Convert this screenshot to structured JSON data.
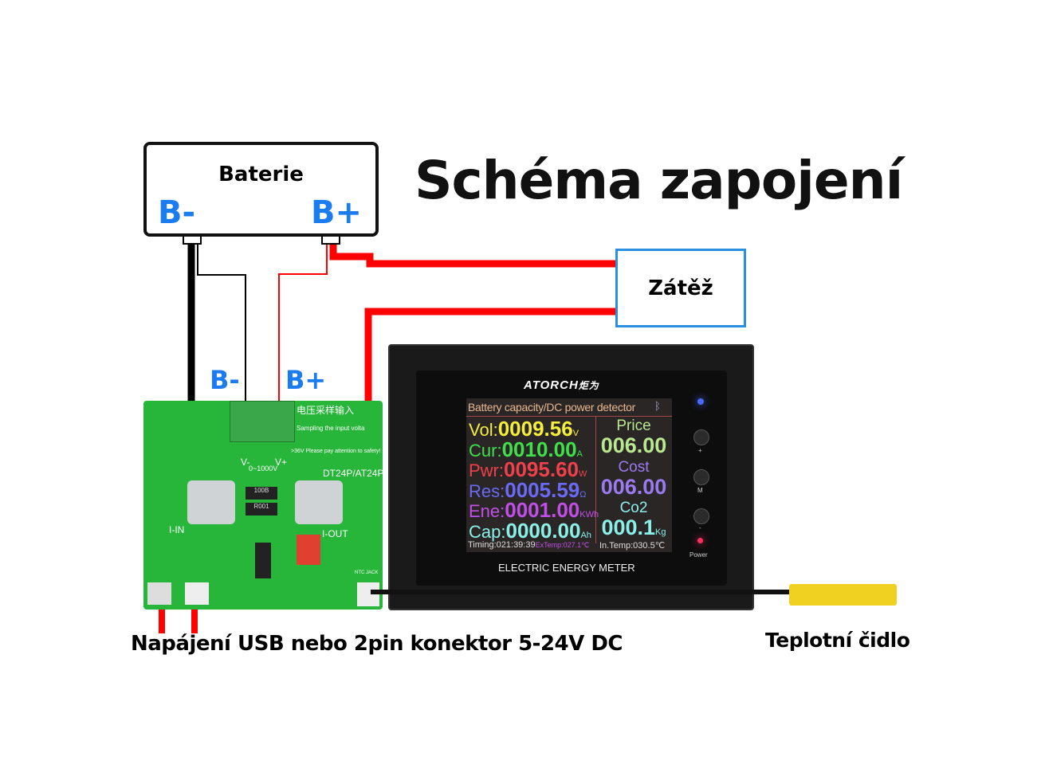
{
  "title": "Schéma zapojení",
  "battery": {
    "label": "Baterie",
    "neg": "B-",
    "pos": "B+"
  },
  "load": {
    "label": "Zátěž"
  },
  "pcb": {
    "neg": "B-",
    "pos": "B+",
    "cn_label": "电压采样输入",
    "sampling": "Sampling the input volta",
    "warning": ">36V Please pay attention to safety!",
    "v_minus": "V-",
    "v_plus": "V+",
    "range": "0~1000V",
    "model": "DT24P/AT24P",
    "i_in": "I-IN",
    "i_out": "I-OUT",
    "shunt1": "100B",
    "shunt2": "R001",
    "ntc": "NTC JACK"
  },
  "meter": {
    "brand": "ATORCH",
    "brand_cn": "炬为",
    "footer": "ELECTRIC ENERGY METER",
    "power": "Power",
    "plus": "+",
    "m": "M",
    "minus": "-",
    "header": "Battery capacity/DC power detector",
    "rows": [
      {
        "label": "Vol:",
        "value": "0009.56",
        "unit": "V",
        "color": "#f5ee3a"
      },
      {
        "label": "Cur:",
        "value": "0010.00",
        "unit": "A",
        "color": "#3fe04a"
      },
      {
        "label": "Pwr:",
        "value": "0095.60",
        "unit": "W",
        "color": "#f0404a"
      },
      {
        "label": "Res:",
        "value": "0005.59",
        "unit": "Ω",
        "color": "#6a6af5"
      },
      {
        "label": "Ene:",
        "value": "0001.00",
        "unit": "KWh",
        "color": "#c24ee8"
      },
      {
        "label": "Cap:",
        "value": "0000.00",
        "unit": "Ah",
        "color": "#8af0e8"
      }
    ],
    "price_label": "Price",
    "price": "006.00",
    "cost_label": "Cost",
    "cost": "006.00",
    "co2_label": "Co2",
    "co2": "000.1",
    "co2_unit": "Kg",
    "timing": "Timing:021:39:39",
    "extemp": "ExTemp:027.1℃",
    "intemp": "In.Temp:030.5℃"
  },
  "captions": {
    "power_supply": "Napájení USB nebo 2pin konektor 5-24V DC",
    "sensor": "Teplotní čidlo"
  }
}
